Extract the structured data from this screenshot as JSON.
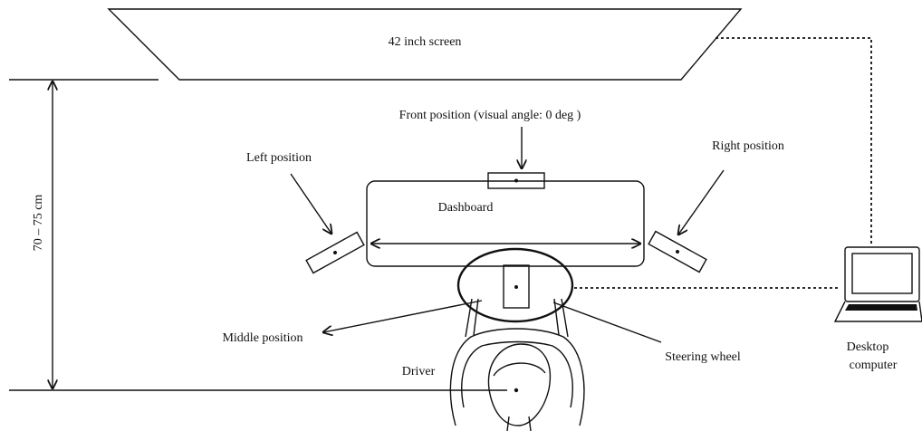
{
  "labels": {
    "screen": "42 inch screen",
    "front_position": "Front position (visual angle: 0 deg )",
    "left_position": "Left position",
    "right_position": "Right position",
    "dashboard": "Dashboard",
    "distance": "70 – 75 cm",
    "middle_position": "Middle position",
    "steering_wheel": "Steering wheel",
    "driver": "Driver",
    "desktop_line1": "Desktop",
    "desktop_line2": "computer"
  }
}
